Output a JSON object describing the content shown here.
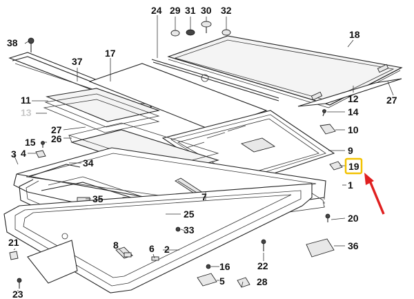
{
  "diagram": {
    "callouts": [
      {
        "id": "c1",
        "label": "1"
      },
      {
        "id": "c2",
        "label": "2"
      },
      {
        "id": "c3",
        "label": "3"
      },
      {
        "id": "c4",
        "label": "4"
      },
      {
        "id": "c5",
        "label": "5"
      },
      {
        "id": "c6",
        "label": "6"
      },
      {
        "id": "c7",
        "label": "7"
      },
      {
        "id": "c8",
        "label": "8"
      },
      {
        "id": "c9",
        "label": "9"
      },
      {
        "id": "c10",
        "label": "10"
      },
      {
        "id": "c11",
        "label": "11"
      },
      {
        "id": "c12",
        "label": "12"
      },
      {
        "id": "c13",
        "label": "13"
      },
      {
        "id": "c14",
        "label": "14"
      },
      {
        "id": "c15",
        "label": "15"
      },
      {
        "id": "c16",
        "label": "16"
      },
      {
        "id": "c17",
        "label": "17"
      },
      {
        "id": "c18",
        "label": "18"
      },
      {
        "id": "c19",
        "label": "19"
      },
      {
        "id": "c20",
        "label": "20"
      },
      {
        "id": "c21",
        "label": "21"
      },
      {
        "id": "c22",
        "label": "22"
      },
      {
        "id": "c23",
        "label": "23"
      },
      {
        "id": "c24",
        "label": "24"
      },
      {
        "id": "c25",
        "label": "25"
      },
      {
        "id": "c26",
        "label": "26"
      },
      {
        "id": "c27a",
        "label": "27"
      },
      {
        "id": "c27b",
        "label": "27"
      },
      {
        "id": "c28",
        "label": "28"
      },
      {
        "id": "c29",
        "label": "29"
      },
      {
        "id": "c30",
        "label": "30"
      },
      {
        "id": "c31",
        "label": "31"
      },
      {
        "id": "c32",
        "label": "32"
      },
      {
        "id": "c33",
        "label": "33"
      },
      {
        "id": "c34",
        "label": "34"
      },
      {
        "id": "c35",
        "label": "35"
      },
      {
        "id": "c36",
        "label": "36"
      },
      {
        "id": "c37",
        "label": "37"
      },
      {
        "id": "c38",
        "label": "38"
      }
    ],
    "highlight": {
      "callout": "19",
      "box_color": "#f2c200",
      "arrow_color": "#e02020"
    },
    "colors": {
      "line": "#222222",
      "faded_label": "#c8c8c8"
    }
  }
}
